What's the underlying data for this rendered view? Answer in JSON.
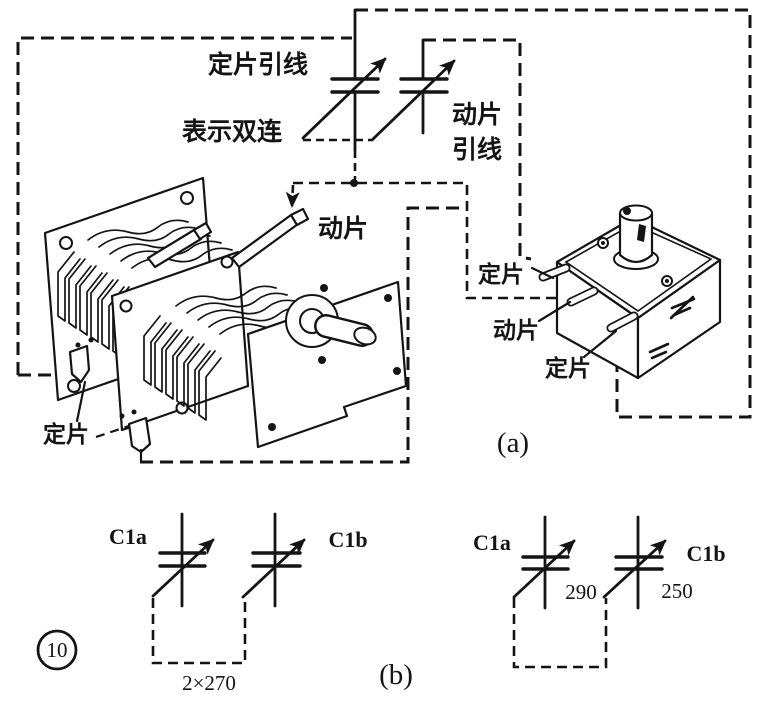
{
  "palette": {
    "ink": "#141414",
    "paper": "#ffffff"
  },
  "figure": {
    "number": "10",
    "caption_a": "(a)",
    "caption_b": "(b)"
  },
  "air_capacitor": {
    "label_stator_lead": "定片引线",
    "label_dual_gang": "表示双连",
    "label_rotor": "动片",
    "label_rotor_lead_line1": "动片",
    "label_rotor_lead_line2": "引线",
    "label_stator": "定片"
  },
  "sealed_capacitor": {
    "label_stator_top": "定片",
    "label_rotor": "动片",
    "label_stator_bottom": "定片"
  },
  "schematic_left": {
    "cap_a": "C1a",
    "cap_b": "C1b",
    "value": "2×270"
  },
  "schematic_right": {
    "cap_a": "C1a",
    "cap_b": "C1b",
    "value_a": "290",
    "value_b": "250"
  }
}
